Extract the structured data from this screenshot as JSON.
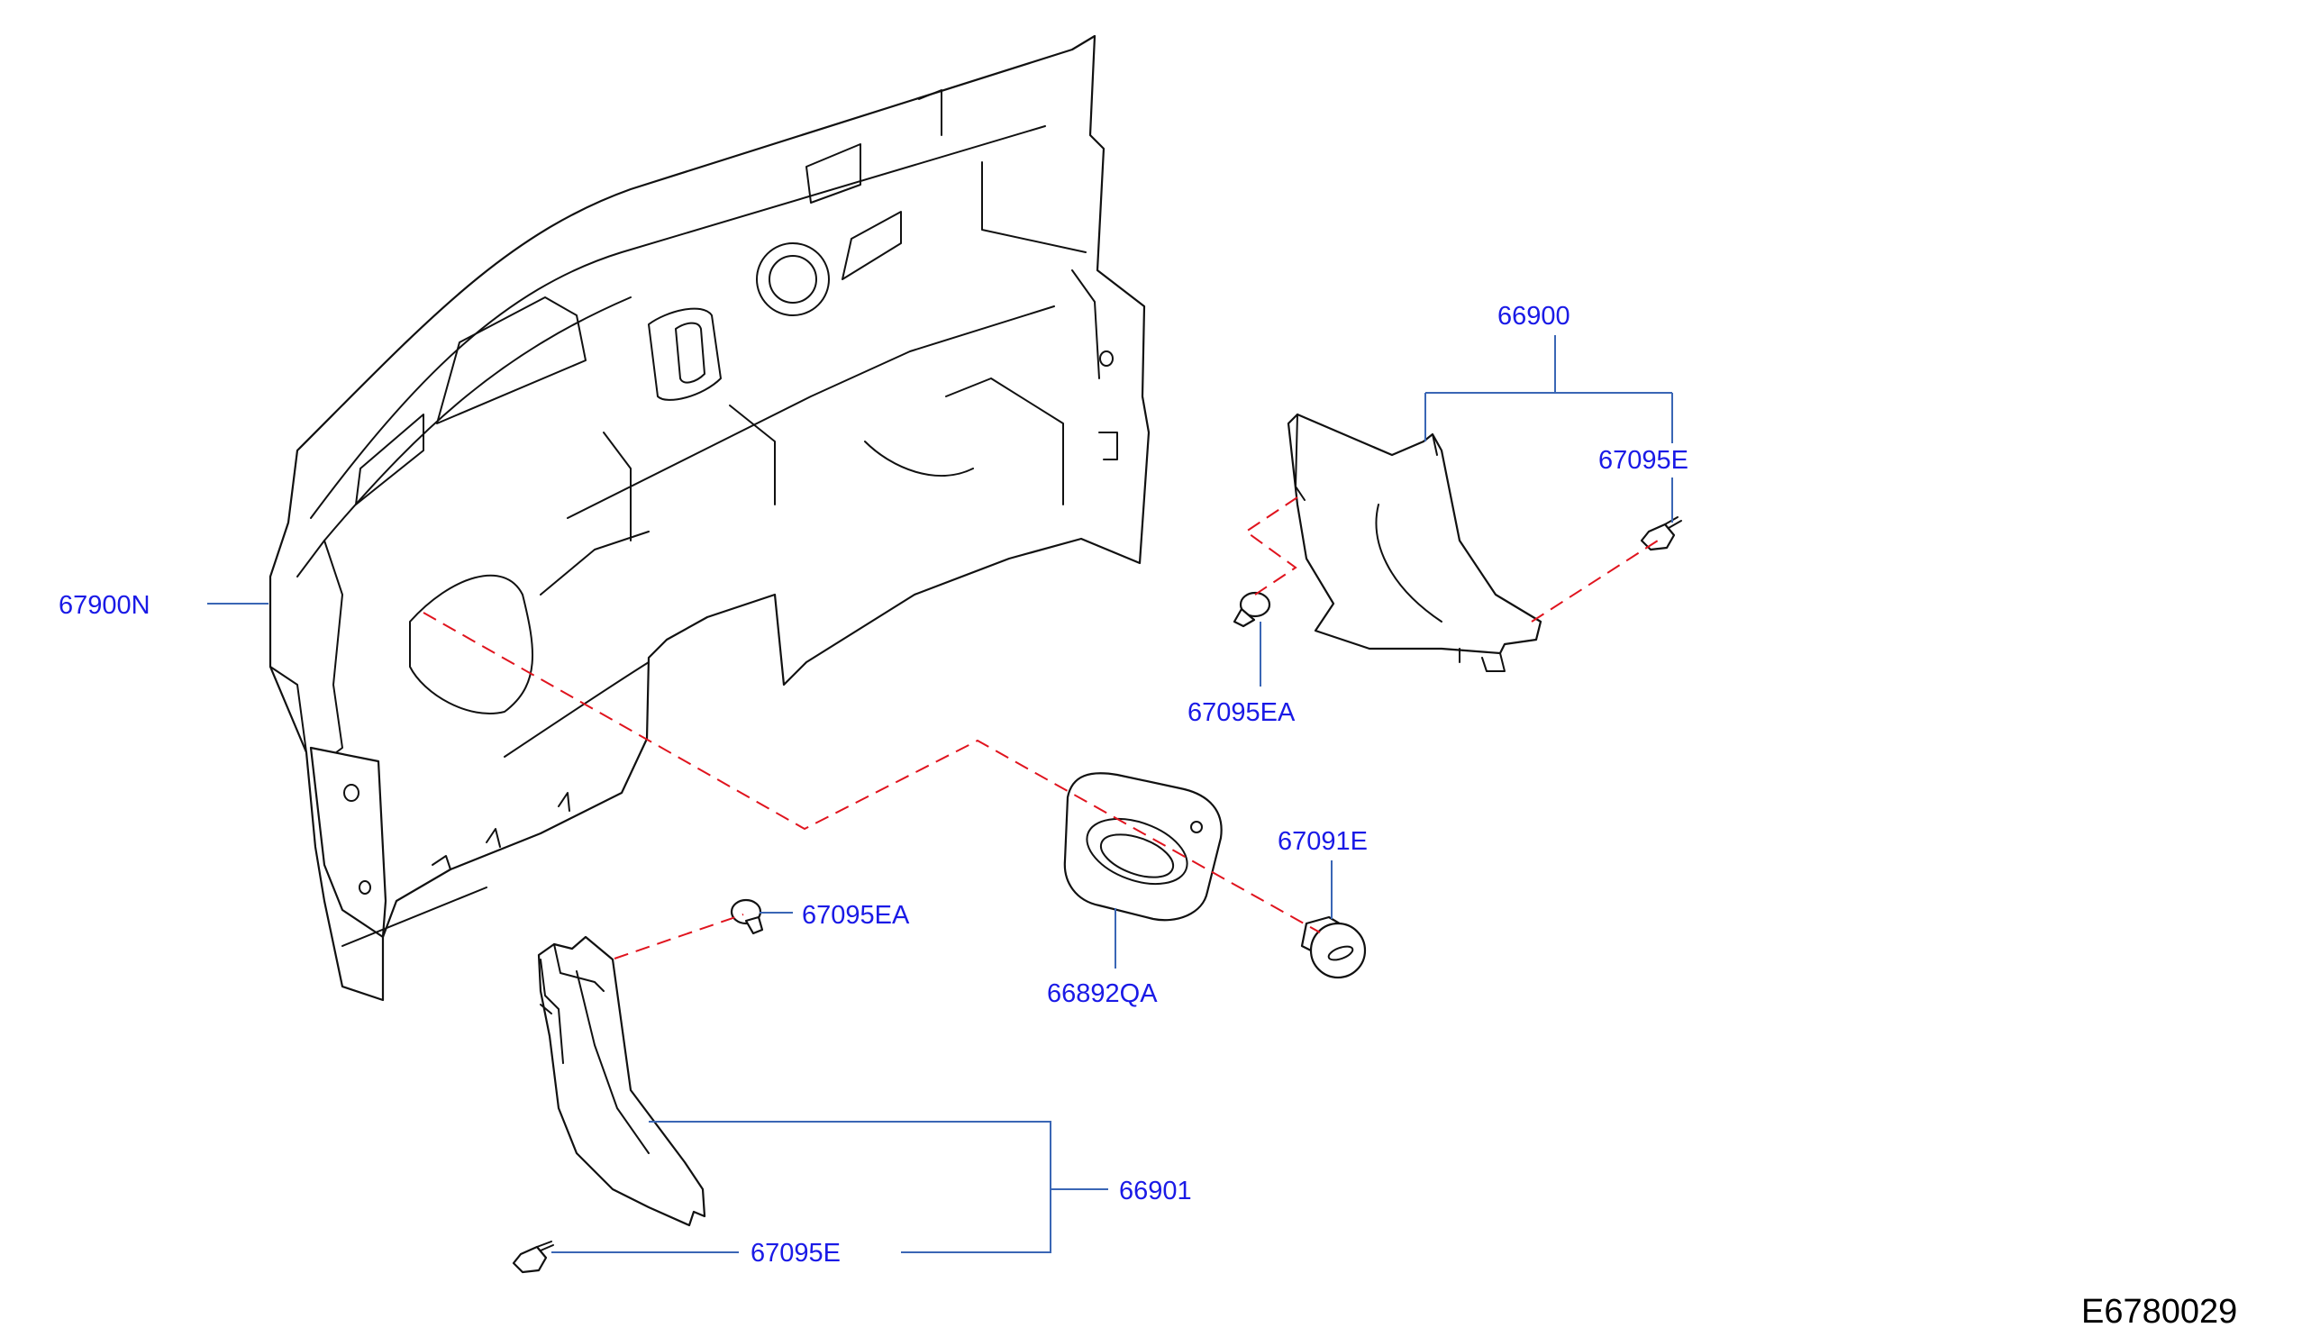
{
  "diagram": {
    "colors": {
      "callout_text": "#1a1ae6",
      "leader_line": "#3a66b5",
      "dashed_guide": "#e0141e",
      "part_outline": "#111111",
      "background": "#ffffff"
    },
    "callouts": {
      "dash_insulator": "67900N",
      "front_cover_lh": "66900",
      "clip_upper_e": "67095E",
      "clip_upper_ea": "67095EA",
      "grommet_clip": "67091E",
      "grommet": "66892QA",
      "clip_lower_ea": "67095EA",
      "front_cover_rh": "66901",
      "clip_lower_e": "67095E"
    },
    "figure_code": "E6780029"
  }
}
